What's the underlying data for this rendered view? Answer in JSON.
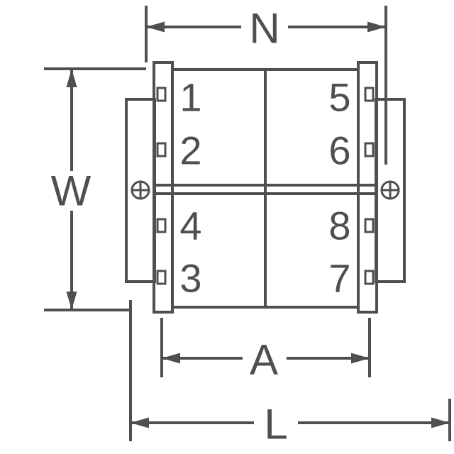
{
  "drawing": {
    "dimension_labels": {
      "top_width": "N",
      "left_height": "W",
      "bottom_inner_width": "A",
      "bottom_overall_length": "L"
    },
    "terminal_numbers": {
      "upper_left": [
        "1",
        "2"
      ],
      "lower_left": [
        "4",
        "3"
      ],
      "upper_right": [
        "5",
        "6"
      ],
      "lower_right": [
        "8",
        "7"
      ]
    },
    "icons": {
      "screw": "circle-with-cross"
    },
    "colors": {
      "line": "#4f4f4f",
      "background": "#ffffff"
    }
  }
}
